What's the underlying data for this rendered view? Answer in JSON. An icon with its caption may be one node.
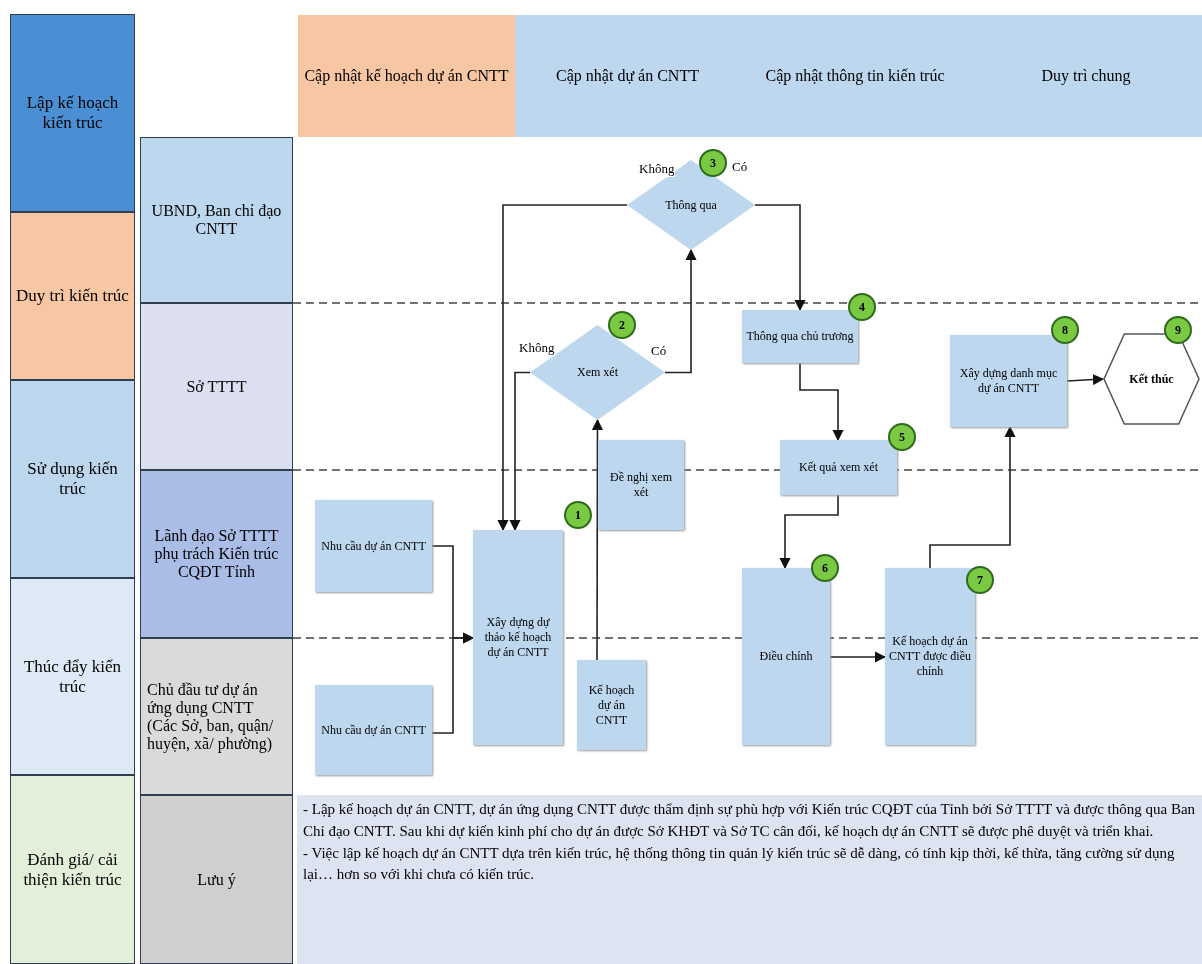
{
  "diagram": {
    "nodes": [
      {
        "text": [
          "Lập kế hoạch kiến trúc"
        ]
      },
      {
        "text": [
          "Duy trì kiến trúc"
        ]
      },
      {
        "text": [
          "Sử dụng kiến trúc"
        ]
      },
      {
        "text": [
          "Thúc đẩy kiến trúc"
        ]
      },
      {
        "text": [
          "Đánh giá/ cải thiện kiến trúc"
        ]
      },
      {
        "text": [
          "Cập nhật kế hoạch dự án CNTT"
        ]
      },
      {
        "text": [
          "Cập nhật dự án CNTT"
        ]
      },
      {
        "text": [
          "Cập nhật thông tin kiến trúc"
        ]
      },
      {
        "text": [
          "Duy trì chung"
        ]
      },
      {
        "text": [
          "UBND, Ban chỉ đạo CNTT"
        ]
      },
      {
        "text": [
          "Sở TTTT"
        ]
      },
      {
        "text": [
          "Lãnh đạo Sở TTTT phụ trách Kiến trúc CQĐT Tỉnh"
        ]
      },
      {
        "text": [
          "Chủ đầu tư dự án ứng dụng CNTT (Các Sở, ban, quận/ huyện, xã/ phường)"
        ]
      },
      {
        "text": [
          "Lưu ý"
        ]
      },
      {
        "text": [
          "- Lập kế hoạch dự án CNTT, dự án ứng dụng CNTT được thẩm định sự phù hợp với Kiến trúc CQĐT của Tỉnh bởi Sở TTTT và được thông qua Ban Chỉ đạo CNTT. Sau khi dự kiến kinh phí cho dự án được Sở KHĐT và Sở TC cân đối, kế hoạch dự án CNTT sẽ được phê duyệt và triển khai.",
          "- Việc lập kế hoạch dự án CNTT dựa trên kiến trúc, hệ thống thông tin quản lý kiến trúc sẽ dễ dàng, có tính kịp thời, kế thừa, tăng cường sử dụng lại… hơn so với khi chưa có kiến trúc."
        ]
      },
      {
        "text": [
          "Nhu cầu dự án CNTT"
        ]
      },
      {
        "text": [
          "Nhu cầu dự án CNTT"
        ]
      },
      {
        "text": [
          "Xây dựng dự thảo kế hoạch dự án CNTT"
        ],
        "beside": [
          "1"
        ]
      },
      {
        "text": [
          "Xem xét"
        ],
        "beside": [
          "2"
        ]
      },
      {
        "text": [
          "Thông qua"
        ],
        "beside": [
          "3"
        ]
      },
      {
        "text": [
          "Đề nghị xem xét"
        ]
      },
      {
        "text": [
          "Kế hoạch dự án CNTT"
        ]
      },
      {
        "text": [
          "Thông qua chủ trương"
        ],
        "beside": [
          "4"
        ]
      },
      {
        "text": [
          "Kết quả xem xét"
        ],
        "beside": [
          "5"
        ]
      },
      {
        "text": [
          "Điều chỉnh"
        ],
        "beside": [
          "6"
        ]
      },
      {
        "text": [
          "Kế hoạch dự án CNTT được điều chỉnh"
        ],
        "beside": [
          "7"
        ]
      },
      {
        "text": [
          "Xây dựng danh mục dự án CNTT"
        ],
        "beside": [
          "8"
        ]
      },
      {
        "text": [
          "Kết thúc"
        ],
        "beside": [
          "9"
        ]
      }
    ],
    "edges": [
      {
        "from": 15,
        "to": 17,
        "arrow": "to"
      },
      {
        "from": 16,
        "to": 17,
        "arrow": "to"
      },
      {
        "from": 21,
        "to": 18,
        "arrow": "to"
      },
      {
        "from": 18,
        "to": 17,
        "arrow": "to",
        "label": "Không"
      },
      {
        "from": 18,
        "to": 19,
        "arrow": "to",
        "label": "Có"
      },
      {
        "from": 19,
        "to": 17,
        "arrow": "to",
        "label": "Không"
      },
      {
        "from": 19,
        "to": 22,
        "arrow": "to",
        "label": "Có"
      },
      {
        "from": 22,
        "to": 23,
        "arrow": "to"
      },
      {
        "from": 23,
        "to": 24,
        "arrow": "to"
      },
      {
        "from": 24,
        "to": 25,
        "arrow": "to"
      },
      {
        "from": 25,
        "to": 26,
        "arrow": "to"
      },
      {
        "from": 26,
        "to": 27,
        "arrow": "to"
      }
    ]
  }
}
